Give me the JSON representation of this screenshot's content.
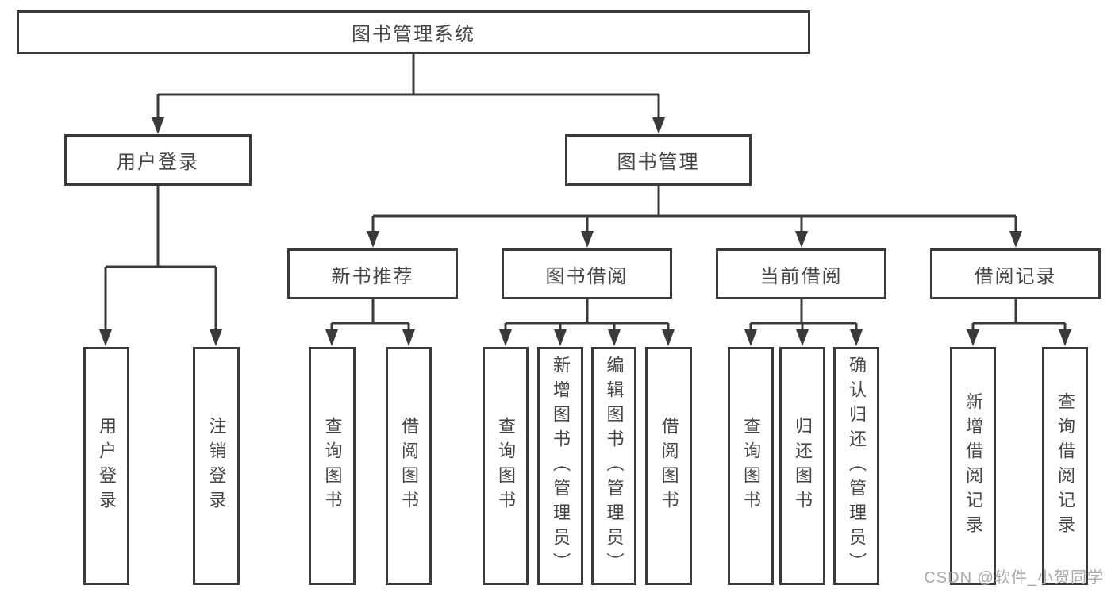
{
  "diagram_title": "图书管理系统",
  "tree": {
    "root": {
      "label": "图书管理系统"
    },
    "children": [
      {
        "label": "用户登录",
        "children": [
          {
            "label": "用户登录"
          },
          {
            "label": "注销登录"
          }
        ]
      },
      {
        "label": "图书管理",
        "children": [
          {
            "label": "新书推荐",
            "children": [
              {
                "label": "查询图书"
              },
              {
                "label": "借阅图书"
              }
            ]
          },
          {
            "label": "图书借阅",
            "children": [
              {
                "label": "查询图书"
              },
              {
                "label": "新增图书（管理员）"
              },
              {
                "label": "编辑图书（管理员）"
              },
              {
                "label": "借阅图书"
              }
            ]
          },
          {
            "label": "当前借阅",
            "children": [
              {
                "label": "查询图书"
              },
              {
                "label": "归还图书"
              },
              {
                "label": "确认归还（管理员）"
              }
            ]
          },
          {
            "label": "借阅记录",
            "children": [
              {
                "label": "新增借阅记录"
              },
              {
                "label": "查询借阅记录"
              }
            ]
          }
        ]
      }
    ]
  },
  "watermark": "CSDN @软件_小贺同学",
  "colors": {
    "line": "#3a3a3a",
    "box_border": "#3a3a3a",
    "text": "#464646",
    "watermark": "#a9a9a9",
    "background": "#ffffff"
  }
}
